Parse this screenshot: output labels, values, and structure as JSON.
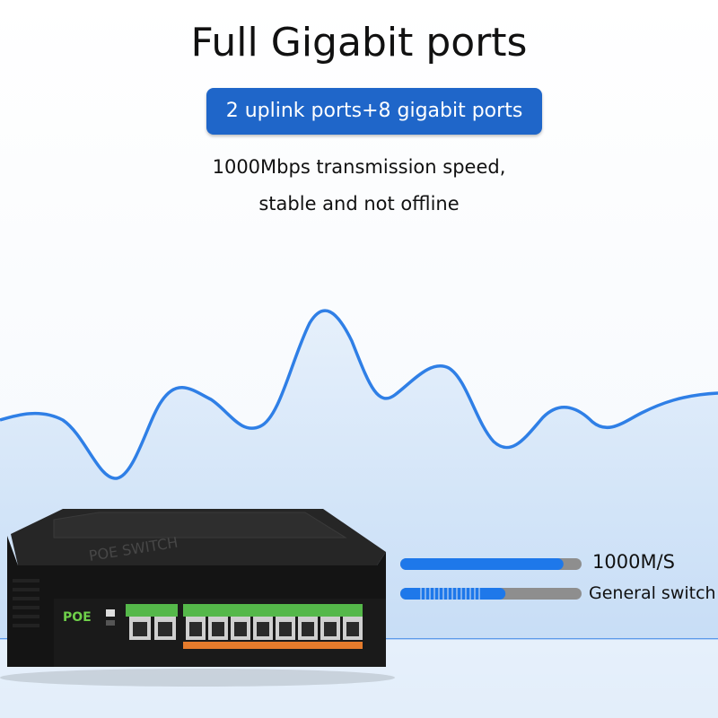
{
  "title": "Full Gigabit ports",
  "badge": "2 uplink ports+8 gigabit ports",
  "description": [
    "1000Mbps transmission speed,",
    "stable and not offline"
  ],
  "colors": {
    "accent_blue": "#1f66c9",
    "bar_blue": "#1e78ea",
    "bar_grey": "#8e8e8e",
    "wave_bg": "#c8def6"
  },
  "speed_bars": [
    {
      "label": "1000M/S",
      "fill_fraction": 0.9
    },
    {
      "label": "General switch",
      "fill_fraction": 0.58
    }
  ],
  "device": {
    "top_label": "POE SWITCH",
    "brand_label": "POE",
    "uplink_port_count": 2,
    "gigabit_port_count": 8,
    "icon": "network-switch-icon"
  }
}
